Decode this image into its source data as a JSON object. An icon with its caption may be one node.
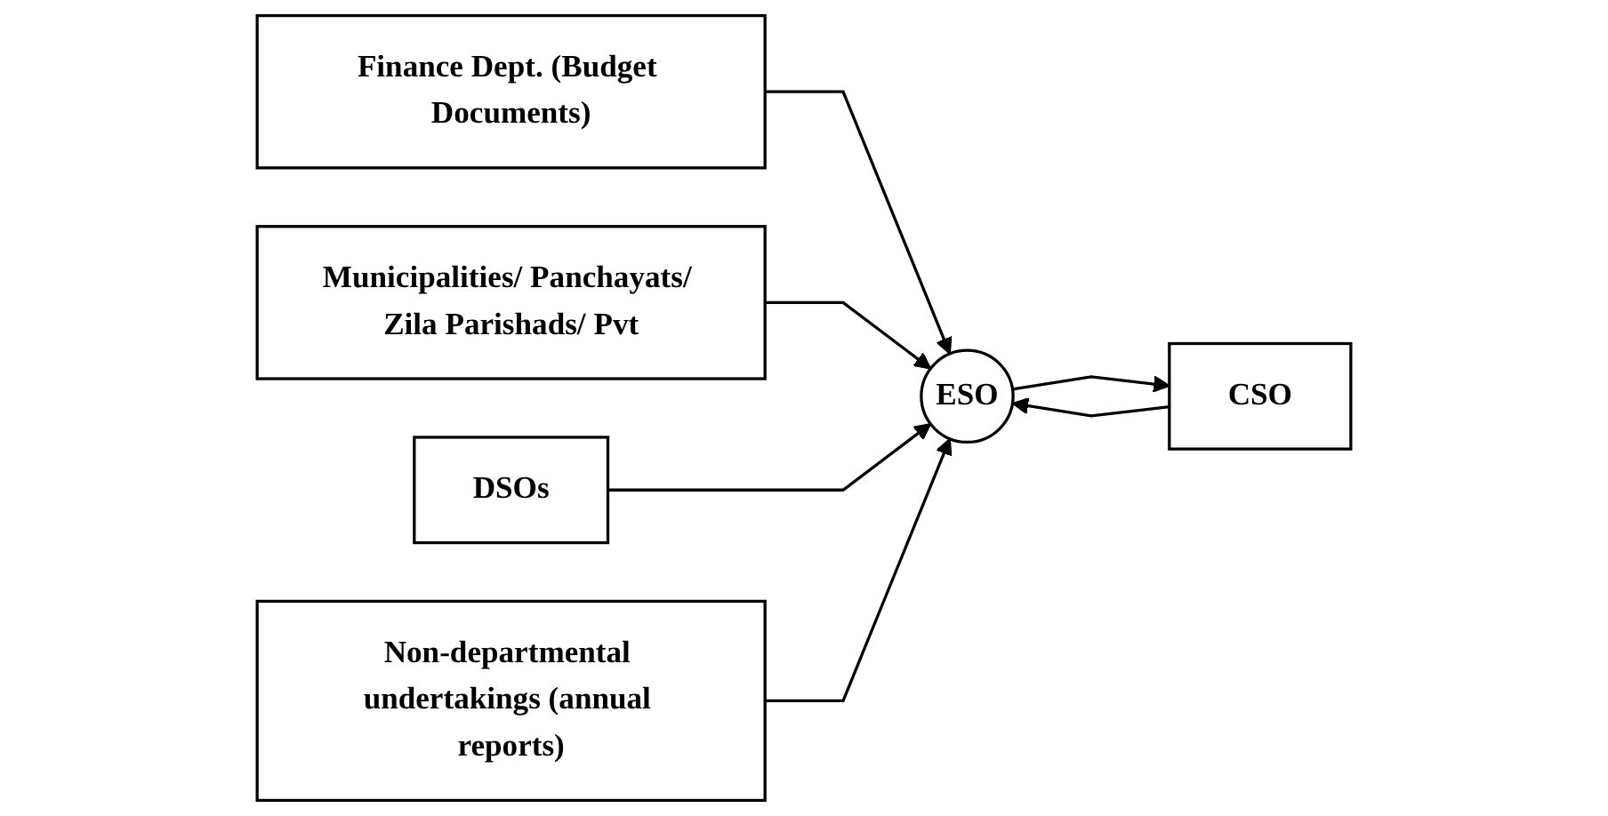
{
  "diagram": {
    "nodes": [
      {
        "text": [
          "Finance Dept. (Budget Documents)"
        ]
      },
      {
        "text": [
          "Municipalities/ Panchayats/ Zila Parishads/ Pvt"
        ]
      },
      {
        "text": [
          "DSOs"
        ]
      },
      {
        "text": [
          "Non-departmental undertakings (annual reports)"
        ]
      },
      {
        "text": [
          "ESO"
        ]
      },
      {
        "text": [
          "CSO"
        ]
      }
    ],
    "edges": [
      {
        "from": 0,
        "to": 4,
        "arrow": "to"
      },
      {
        "from": 1,
        "to": 4,
        "arrow": "to"
      },
      {
        "from": 2,
        "to": 4,
        "arrow": "to"
      },
      {
        "from": 3,
        "to": 4,
        "arrow": "to"
      },
      {
        "from": 5,
        "to": 4,
        "arrow": "to"
      },
      {
        "from": 4,
        "to": 5,
        "arrow": "to"
      }
    ]
  }
}
